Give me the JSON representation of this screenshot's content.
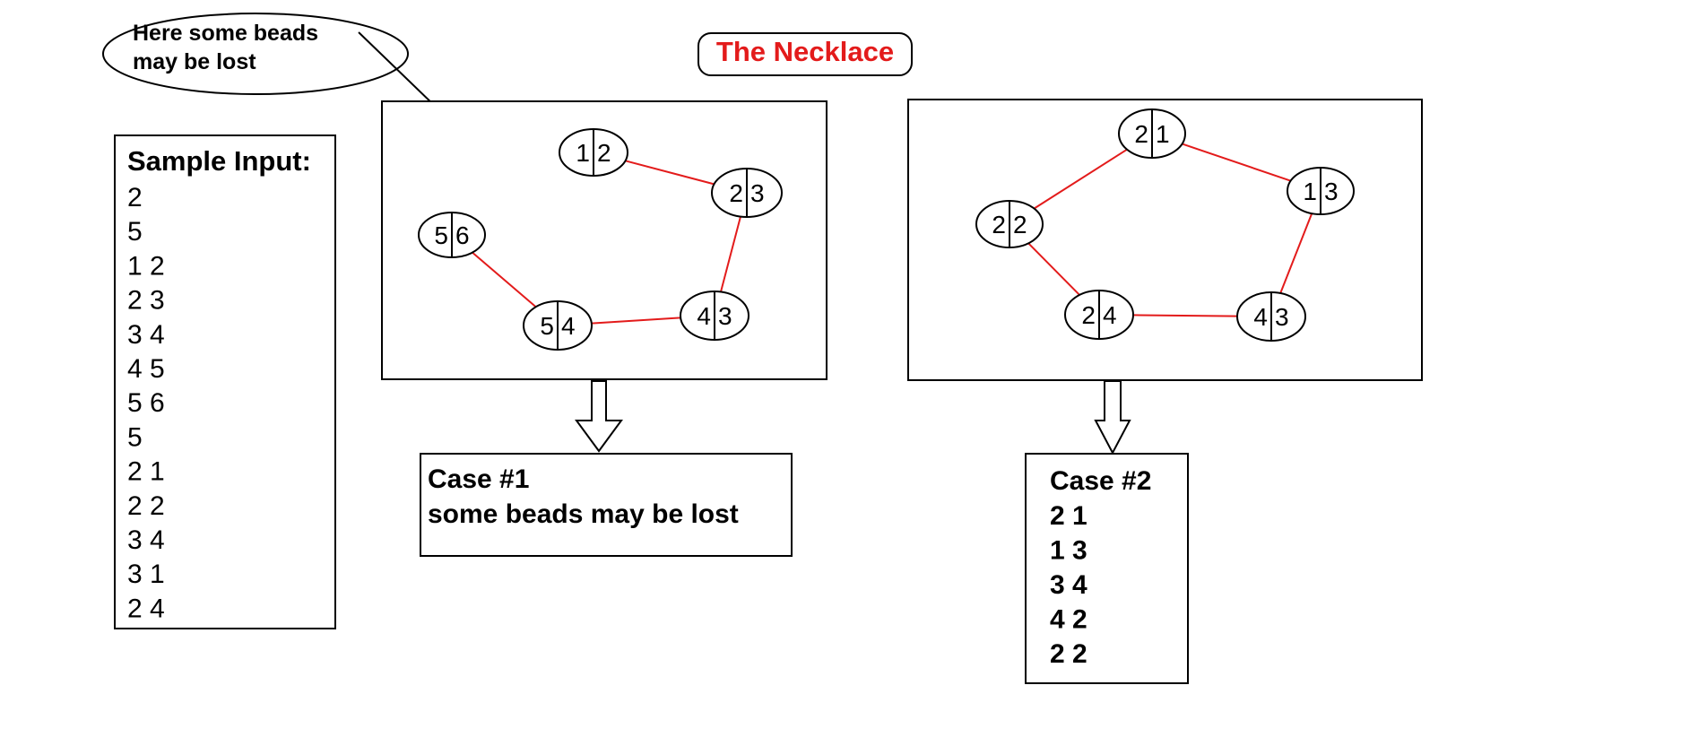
{
  "title": "The Necklace",
  "callout": {
    "line1": "Here some beads",
    "line2": "may be lost"
  },
  "sample_input": {
    "heading": "Sample Input:",
    "lines": [
      "2",
      "5",
      "1 2",
      "2 3",
      "3 4",
      "4 5",
      "5 6",
      "5",
      "2 1",
      "2 2",
      "3 4",
      "3 1",
      "2 4"
    ]
  },
  "case1": {
    "beads": [
      {
        "left": "1",
        "right": "2"
      },
      {
        "left": "2",
        "right": "3"
      },
      {
        "left": "4",
        "right": "3"
      },
      {
        "left": "5",
        "right": "4"
      },
      {
        "left": "5",
        "right": "6"
      }
    ],
    "output": {
      "heading": "Case #1",
      "lines": [
        "some beads may be lost"
      ]
    }
  },
  "case2": {
    "beads": [
      {
        "left": "2",
        "right": "1"
      },
      {
        "left": "1",
        "right": "3"
      },
      {
        "left": "4",
        "right": "3"
      },
      {
        "left": "2",
        "right": "4"
      },
      {
        "left": "2",
        "right": "2"
      }
    ],
    "output": {
      "heading": "Case #2",
      "lines": [
        "2 1",
        "1 3",
        "3 4",
        "4 2",
        "2 2"
      ]
    }
  },
  "colors": {
    "link": "#e31b1b",
    "title": "#e31b1b",
    "stroke": "#000000"
  }
}
